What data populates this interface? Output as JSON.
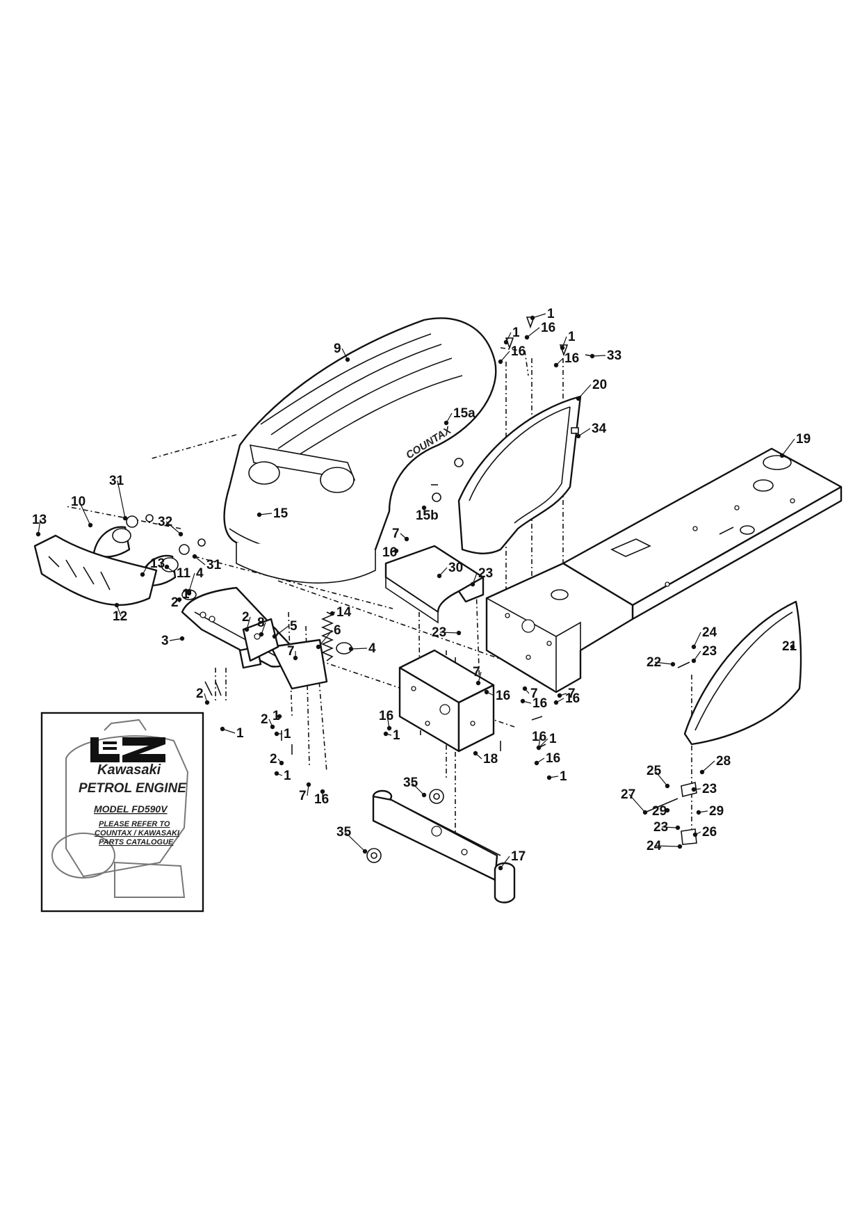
{
  "callouts": [
    {
      "id": "c1a",
      "text": "1"
    },
    {
      "id": "c1b",
      "text": "1"
    },
    {
      "id": "c1c",
      "text": "1"
    },
    {
      "id": "c1d",
      "text": "1"
    },
    {
      "id": "c1e",
      "text": "1"
    },
    {
      "id": "c1f",
      "text": "1"
    },
    {
      "id": "c1g",
      "text": "1"
    },
    {
      "id": "c1h",
      "text": "1"
    },
    {
      "id": "c1i",
      "text": "1"
    },
    {
      "id": "c1j",
      "text": "1"
    },
    {
      "id": "c1k",
      "text": "1"
    },
    {
      "id": "c2a",
      "text": "2"
    },
    {
      "id": "c2b",
      "text": "2"
    },
    {
      "id": "c2c",
      "text": "2"
    },
    {
      "id": "c2d",
      "text": "2"
    },
    {
      "id": "c2e",
      "text": "2"
    },
    {
      "id": "c3",
      "text": "3"
    },
    {
      "id": "c4a",
      "text": "4"
    },
    {
      "id": "c4b",
      "text": "4"
    },
    {
      "id": "c5",
      "text": "5"
    },
    {
      "id": "c6",
      "text": "6"
    },
    {
      "id": "c7a",
      "text": "7"
    },
    {
      "id": "c7b",
      "text": "7"
    },
    {
      "id": "c7c",
      "text": "7"
    },
    {
      "id": "c7d",
      "text": "7"
    },
    {
      "id": "c7e",
      "text": "7"
    },
    {
      "id": "c7f",
      "text": "7"
    },
    {
      "id": "c8",
      "text": "8"
    },
    {
      "id": "c9",
      "text": "9"
    },
    {
      "id": "c10",
      "text": "10"
    },
    {
      "id": "c11",
      "text": "11"
    },
    {
      "id": "c12",
      "text": "12"
    },
    {
      "id": "c13a",
      "text": "13"
    },
    {
      "id": "c13b",
      "text": "13"
    },
    {
      "id": "c14",
      "text": "14"
    },
    {
      "id": "c15",
      "text": "15"
    },
    {
      "id": "c15a",
      "text": "15a"
    },
    {
      "id": "c15b",
      "text": "15b"
    },
    {
      "id": "c16a",
      "text": "16"
    },
    {
      "id": "c16b",
      "text": "16"
    },
    {
      "id": "c16c",
      "text": "16"
    },
    {
      "id": "c16d",
      "text": "16"
    },
    {
      "id": "c16e",
      "text": "16"
    },
    {
      "id": "c16f",
      "text": "16"
    },
    {
      "id": "c16g",
      "text": "16"
    },
    {
      "id": "c16h",
      "text": "16"
    },
    {
      "id": "c16i",
      "text": "16"
    },
    {
      "id": "c16j",
      "text": "16"
    },
    {
      "id": "c16k",
      "text": "16"
    },
    {
      "id": "c17",
      "text": "17"
    },
    {
      "id": "c18",
      "text": "18"
    },
    {
      "id": "c19",
      "text": "19"
    },
    {
      "id": "c20",
      "text": "20"
    },
    {
      "id": "c21",
      "text": "21"
    },
    {
      "id": "c22",
      "text": "22"
    },
    {
      "id": "c23a",
      "text": "23"
    },
    {
      "id": "c23b",
      "text": "23"
    },
    {
      "id": "c23c",
      "text": "23"
    },
    {
      "id": "c23d",
      "text": "23"
    },
    {
      "id": "c23e",
      "text": "23"
    },
    {
      "id": "c24a",
      "text": "24"
    },
    {
      "id": "c24b",
      "text": "24"
    },
    {
      "id": "c25",
      "text": "25"
    },
    {
      "id": "c26",
      "text": "26"
    },
    {
      "id": "c27",
      "text": "27"
    },
    {
      "id": "c28",
      "text": "28"
    },
    {
      "id": "c29a",
      "text": "29"
    },
    {
      "id": "c29b",
      "text": "29"
    },
    {
      "id": "c30",
      "text": "30"
    },
    {
      "id": "c31a",
      "text": "31"
    },
    {
      "id": "c31b",
      "text": "31"
    },
    {
      "id": "c32",
      "text": "32"
    },
    {
      "id": "c33",
      "text": "33"
    },
    {
      "id": "c34",
      "text": "34"
    },
    {
      "id": "c35a",
      "text": "35"
    },
    {
      "id": "c35b",
      "text": "35"
    }
  ],
  "hood_brand": "COUNTAX",
  "inset": {
    "brand": "Kawasaki",
    "title": "PETROL ENGINE",
    "model": "MODEL FD590V",
    "note_lines": [
      "PLEASE REFER TO",
      "COUNTAX / KAWASAKI",
      "PARTS CATALOGUE"
    ]
  }
}
